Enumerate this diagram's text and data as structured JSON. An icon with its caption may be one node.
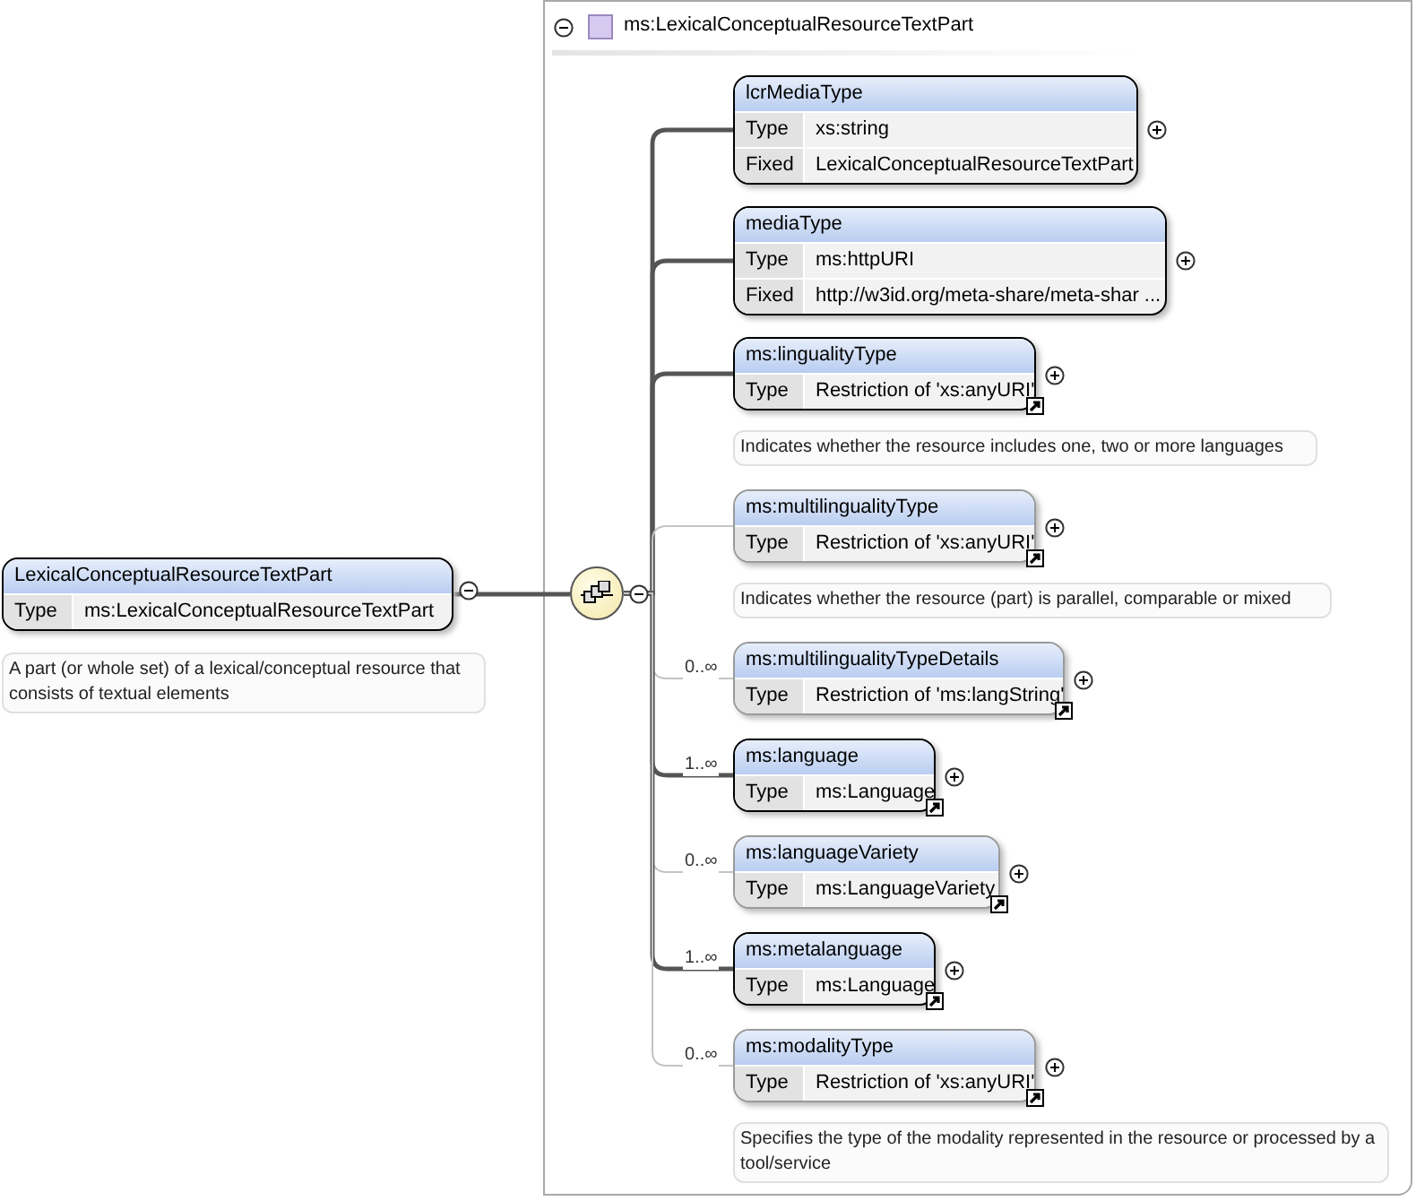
{
  "diagram": {
    "nodes": [
      {
        "text": [
          "LexicalConceptualResourceTextPart",
          "Type",
          "ms:LexicalConceptualResourceTextPart"
        ],
        "beside": [
          "A part (or whole set) of a lexical/conceptual resource that consists of textual elements"
        ]
      },
      {
        "text": [
          "ms:LexicalConceptualResourceTextPart"
        ]
      },
      {
        "text": [],
        "shape": "circle",
        "in": 1
      },
      {
        "text": [
          "lcrMediaType",
          "Type",
          "xs:string",
          "Fixed",
          "LexicalConceptualResourceTextPart"
        ],
        "in": 1
      },
      {
        "text": [
          "mediaType",
          "Type",
          "ms:httpURI",
          "Fixed",
          "http://w3id.org/meta-share/meta-shar ..."
        ],
        "in": 1
      },
      {
        "text": [
          "ms:lingualityType",
          "Type",
          "Restriction of 'xs:anyURI'"
        ],
        "beside": [
          "Indicates whether the resource includes one, two or more languages"
        ],
        "in": 1
      },
      {
        "text": [
          "ms:multilingualityType",
          "Type",
          "Restriction of 'xs:anyURI'"
        ],
        "beside": [
          "Indicates whether the resource (part) is parallel, comparable or mixed"
        ],
        "in": 1
      },
      {
        "text": [
          "ms:multilingualityTypeDetails",
          "Type",
          "Restriction of 'ms:langString'"
        ],
        "in": 1
      },
      {
        "text": [
          "ms:language",
          "Type",
          "ms:Language"
        ],
        "in": 1
      },
      {
        "text": [
          "ms:languageVariety",
          "Type",
          "ms:LanguageVariety"
        ],
        "in": 1
      },
      {
        "text": [
          "ms:metalanguage",
          "Type",
          "ms:Language"
        ],
        "in": 1
      },
      {
        "text": [
          "ms:modalityType",
          "Type",
          "Restriction of 'xs:anyURI'"
        ],
        "beside": [
          "Specifies the type of the modality represented in the resource or processed by a tool/service"
        ],
        "in": 1
      }
    ],
    "edges": [
      {
        "from": 0,
        "to": 2,
        "arrow": "none"
      },
      {
        "from": 2,
        "to": 3,
        "arrow": "none"
      },
      {
        "from": 2,
        "to": 4,
        "arrow": "none"
      },
      {
        "from": 2,
        "to": 5,
        "arrow": "none"
      },
      {
        "from": 2,
        "to": 6,
        "arrow": "none",
        "color": "#c4c4c4"
      },
      {
        "from": 2,
        "to": 7,
        "arrow": "none",
        "label": "0..∞",
        "color": "#c4c4c4"
      },
      {
        "from": 2,
        "to": 8,
        "arrow": "none",
        "label": "1..∞"
      },
      {
        "from": 2,
        "to": 9,
        "arrow": "none",
        "label": "0..∞",
        "color": "#c4c4c4"
      },
      {
        "from": 2,
        "to": 10,
        "arrow": "none",
        "label": "1..∞"
      },
      {
        "from": 2,
        "to": 11,
        "arrow": "none",
        "label": "0..∞",
        "color": "#c4c4c4"
      }
    ]
  }
}
